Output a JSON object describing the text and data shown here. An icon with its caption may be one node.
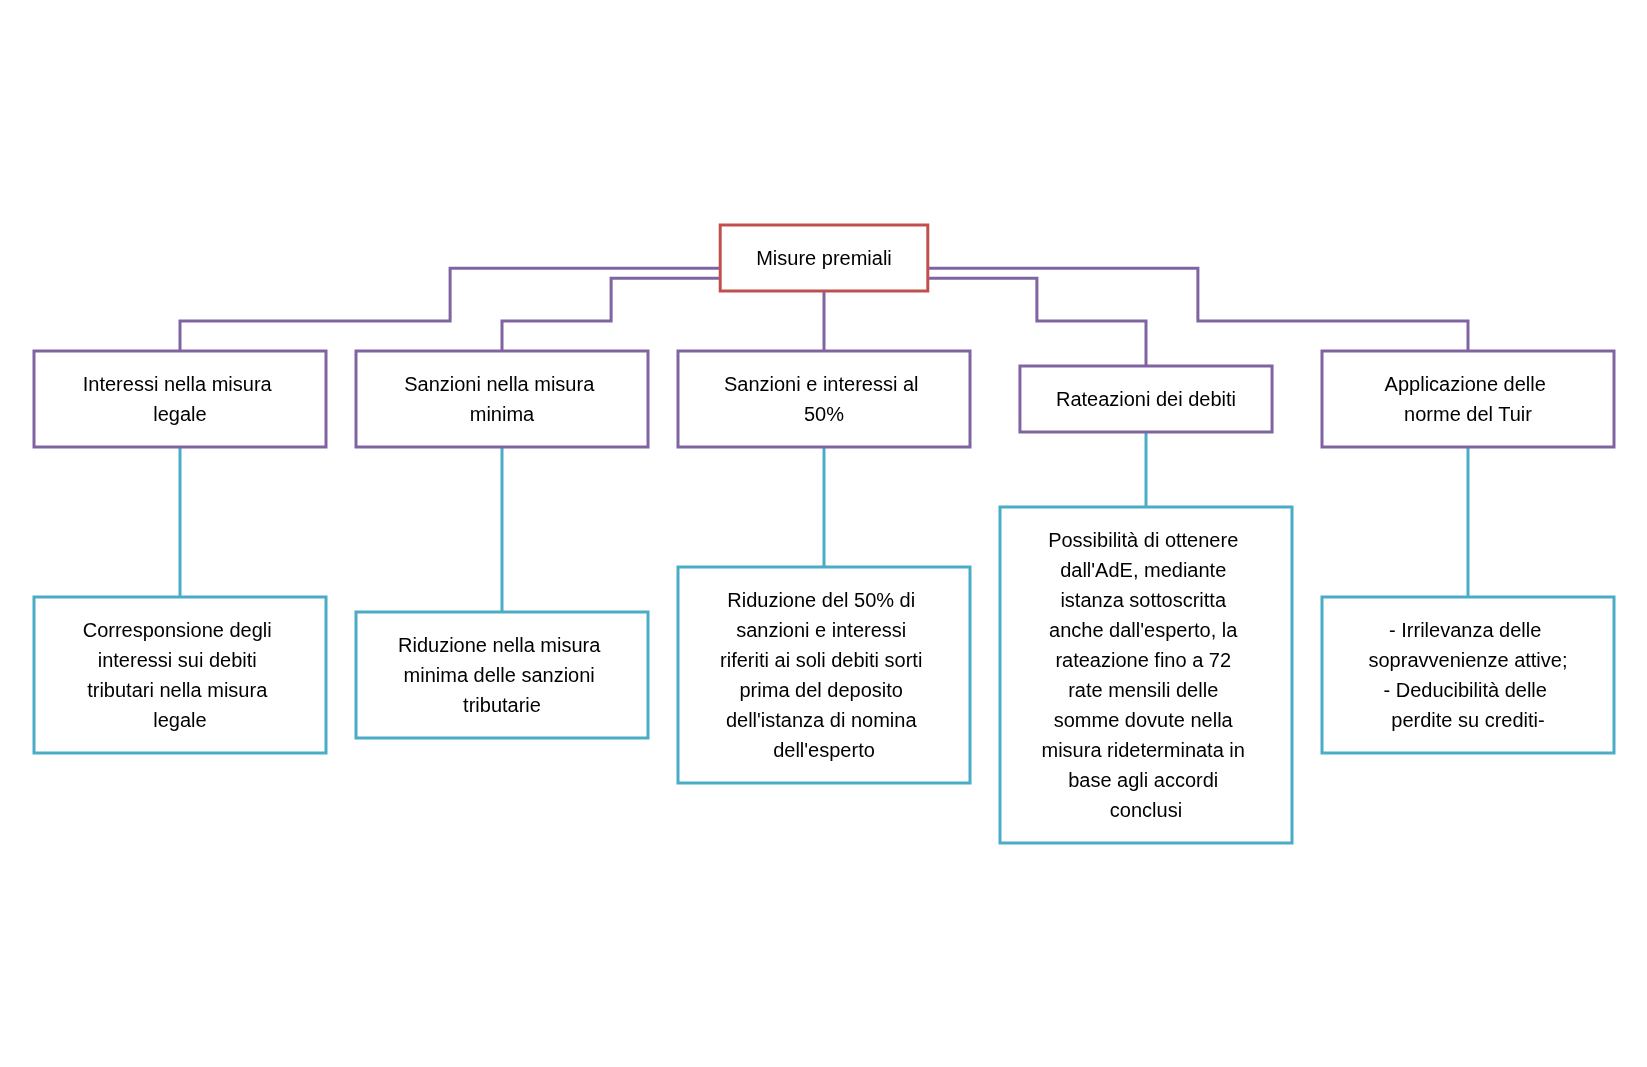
{
  "diagram": {
    "nodes": [
      {
        "text": [
          "Misure premiali"
        ]
      },
      {
        "text": [
          "Interessi nella misura legale"
        ]
      },
      {
        "text": [
          "Sanzioni nella misura minima"
        ]
      },
      {
        "text": [
          "Sanzioni e interessi al 50%"
        ]
      },
      {
        "text": [
          "Rateazioni dei debiti"
        ]
      },
      {
        "text": [
          "Applicazione delle norme del Tuir"
        ]
      },
      {
        "text": [
          "Corresponsione degli interessi sui debiti tributari nella misura legale"
        ]
      },
      {
        "text": [
          "Riduzione nella misura minima delle sanzioni tributarie"
        ]
      },
      {
        "text": [
          "Riduzione del 50% di sanzioni e interessi riferiti ai soli debiti sorti prima del deposito dell'istanza di nomina dell'esperto"
        ]
      },
      {
        "text": [
          "Possibilità di ottenere dall'AdE, mediante istanza sottoscritta anche dall'esperto, la rateazione fino a 72 rate mensili delle somme dovute nella misura rideterminata in base agli accordi conclusi"
        ]
      },
      {
        "text": [
          "- Irrilevanza delle sopravvenienze attive;",
          "- Deducibilità delle perdite su crediti-"
        ]
      }
    ],
    "edges": [
      {
        "from": 0,
        "to": 1,
        "arrow": "none",
        "color": "#8064a2"
      },
      {
        "from": 0,
        "to": 2,
        "arrow": "none",
        "color": "#8064a2"
      },
      {
        "from": 0,
        "to": 3,
        "arrow": "none",
        "color": "#8064a2"
      },
      {
        "from": 0,
        "to": 4,
        "arrow": "none",
        "color": "#8064a2"
      },
      {
        "from": 0,
        "to": 5,
        "arrow": "none",
        "color": "#8064a2"
      },
      {
        "from": 1,
        "to": 6,
        "arrow": "none",
        "color": "#4bacc6"
      },
      {
        "from": 2,
        "to": 7,
        "arrow": "none",
        "color": "#4bacc6"
      },
      {
        "from": 3,
        "to": 8,
        "arrow": "none",
        "color": "#4bacc6"
      },
      {
        "from": 4,
        "to": 9,
        "arrow": "none",
        "color": "#4bacc6"
      },
      {
        "from": 5,
        "to": 10,
        "arrow": "none",
        "color": "#4bacc6"
      }
    ]
  }
}
